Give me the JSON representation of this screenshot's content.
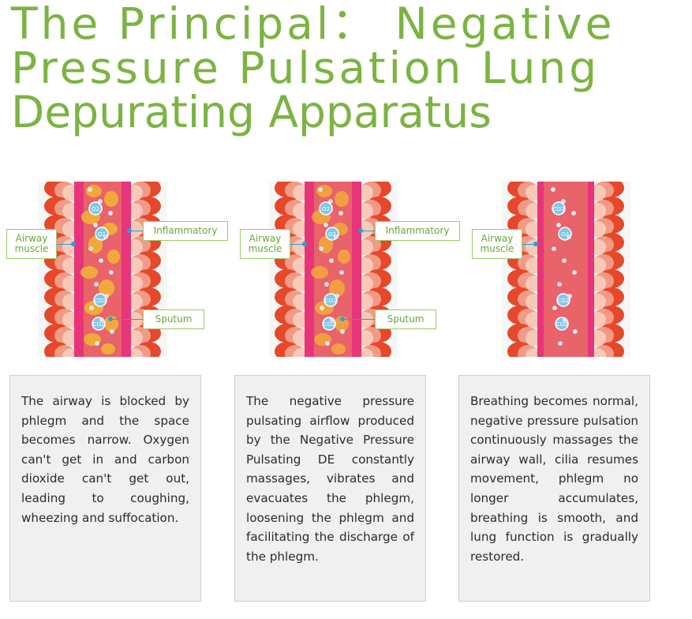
{
  "title": {
    "line1": "The Principal： Negative",
    "line2": "Pressure Pulsation Lung",
    "line3": "Depurating Apparatus"
  },
  "labels": {
    "airway_muscle": "Airway\nmuscle",
    "inflammatory": "Inflammatory",
    "sputum": "Sputum"
  },
  "descriptions": [
    "The airway is blocked by phlegm and the space becomes narrow. Oxygen can't get in and carbon dioxide can't get out, leading to coughing, wheezing and suffocation.",
    "The negative pressure pulsating airflow produced by the Negative Pressure Pulsating DE constantly massages, vibrates and evacuates the phlegm, loosening the phlegm and facilitating the discharge of the phlegm.",
    "Breathing becomes normal, negative pressure pulsation continuously massages the airway wall, cilia resumes movement, phlegm no longer accumulates, breathing is smooth, and lung function is gradually restored."
  ],
  "colors": {
    "title": "#7cb342",
    "label_border": "#9ccc65",
    "leader": "#2a9fd8",
    "muscle_outer": "#e5482a",
    "muscle_mid": "#f29a86",
    "muscle_inner": "#f7c9b8",
    "wall": "#e8357a",
    "lumen": "#e8636a",
    "phlegm": "#f2a93b"
  },
  "illustrations": [
    {
      "state": "blocked",
      "phlegm": true,
      "icons": [
        "O2",
        "O2",
        "CO2",
        "CO2"
      ]
    },
    {
      "state": "loosening",
      "phlegm": true,
      "icons": [
        "O2",
        "O2",
        "CO2",
        "CO2"
      ]
    },
    {
      "state": "clear",
      "phlegm": false,
      "icons": [
        "CO2",
        "O2",
        "CO2",
        "CO2"
      ]
    }
  ]
}
